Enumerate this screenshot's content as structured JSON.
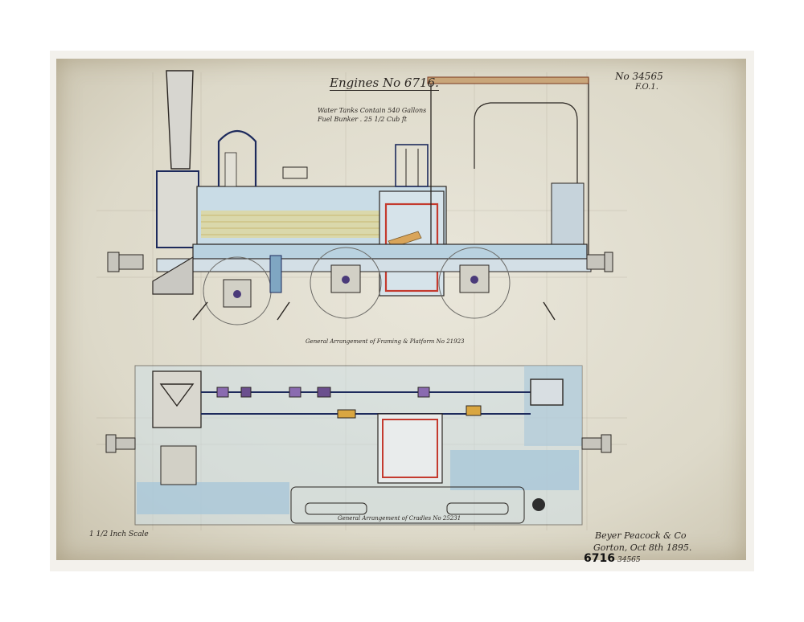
{
  "drawing": {
    "title": "Engines No 6716.",
    "drawing_number": "No 34565",
    "drawing_sub": "F.O.1.",
    "tank_note": "Water Tanks Contain 540 Gallons",
    "fuel_note": "Fuel Bunker  .   25 1/2 Cub ft",
    "scale": "1 1/2 Inch Scale",
    "maker": "Beyer Peacock & Co",
    "place_date": "Gorton, Oct 8th 1895.",
    "stamp": "6716",
    "stamp_sub": "34565",
    "side_caption": "General Arrangement of Framing & Platform No 21923",
    "plan_caption": "General Arrangement of Cradles No 25231"
  },
  "colors": {
    "paper": "#e3dfd1",
    "ink": "#2b2622",
    "wash_blue": "#a9c7d8",
    "wash_yellow": "#e8d57a",
    "copper_red": "#c43a2e",
    "steel_purple": "#6b4f8e"
  }
}
